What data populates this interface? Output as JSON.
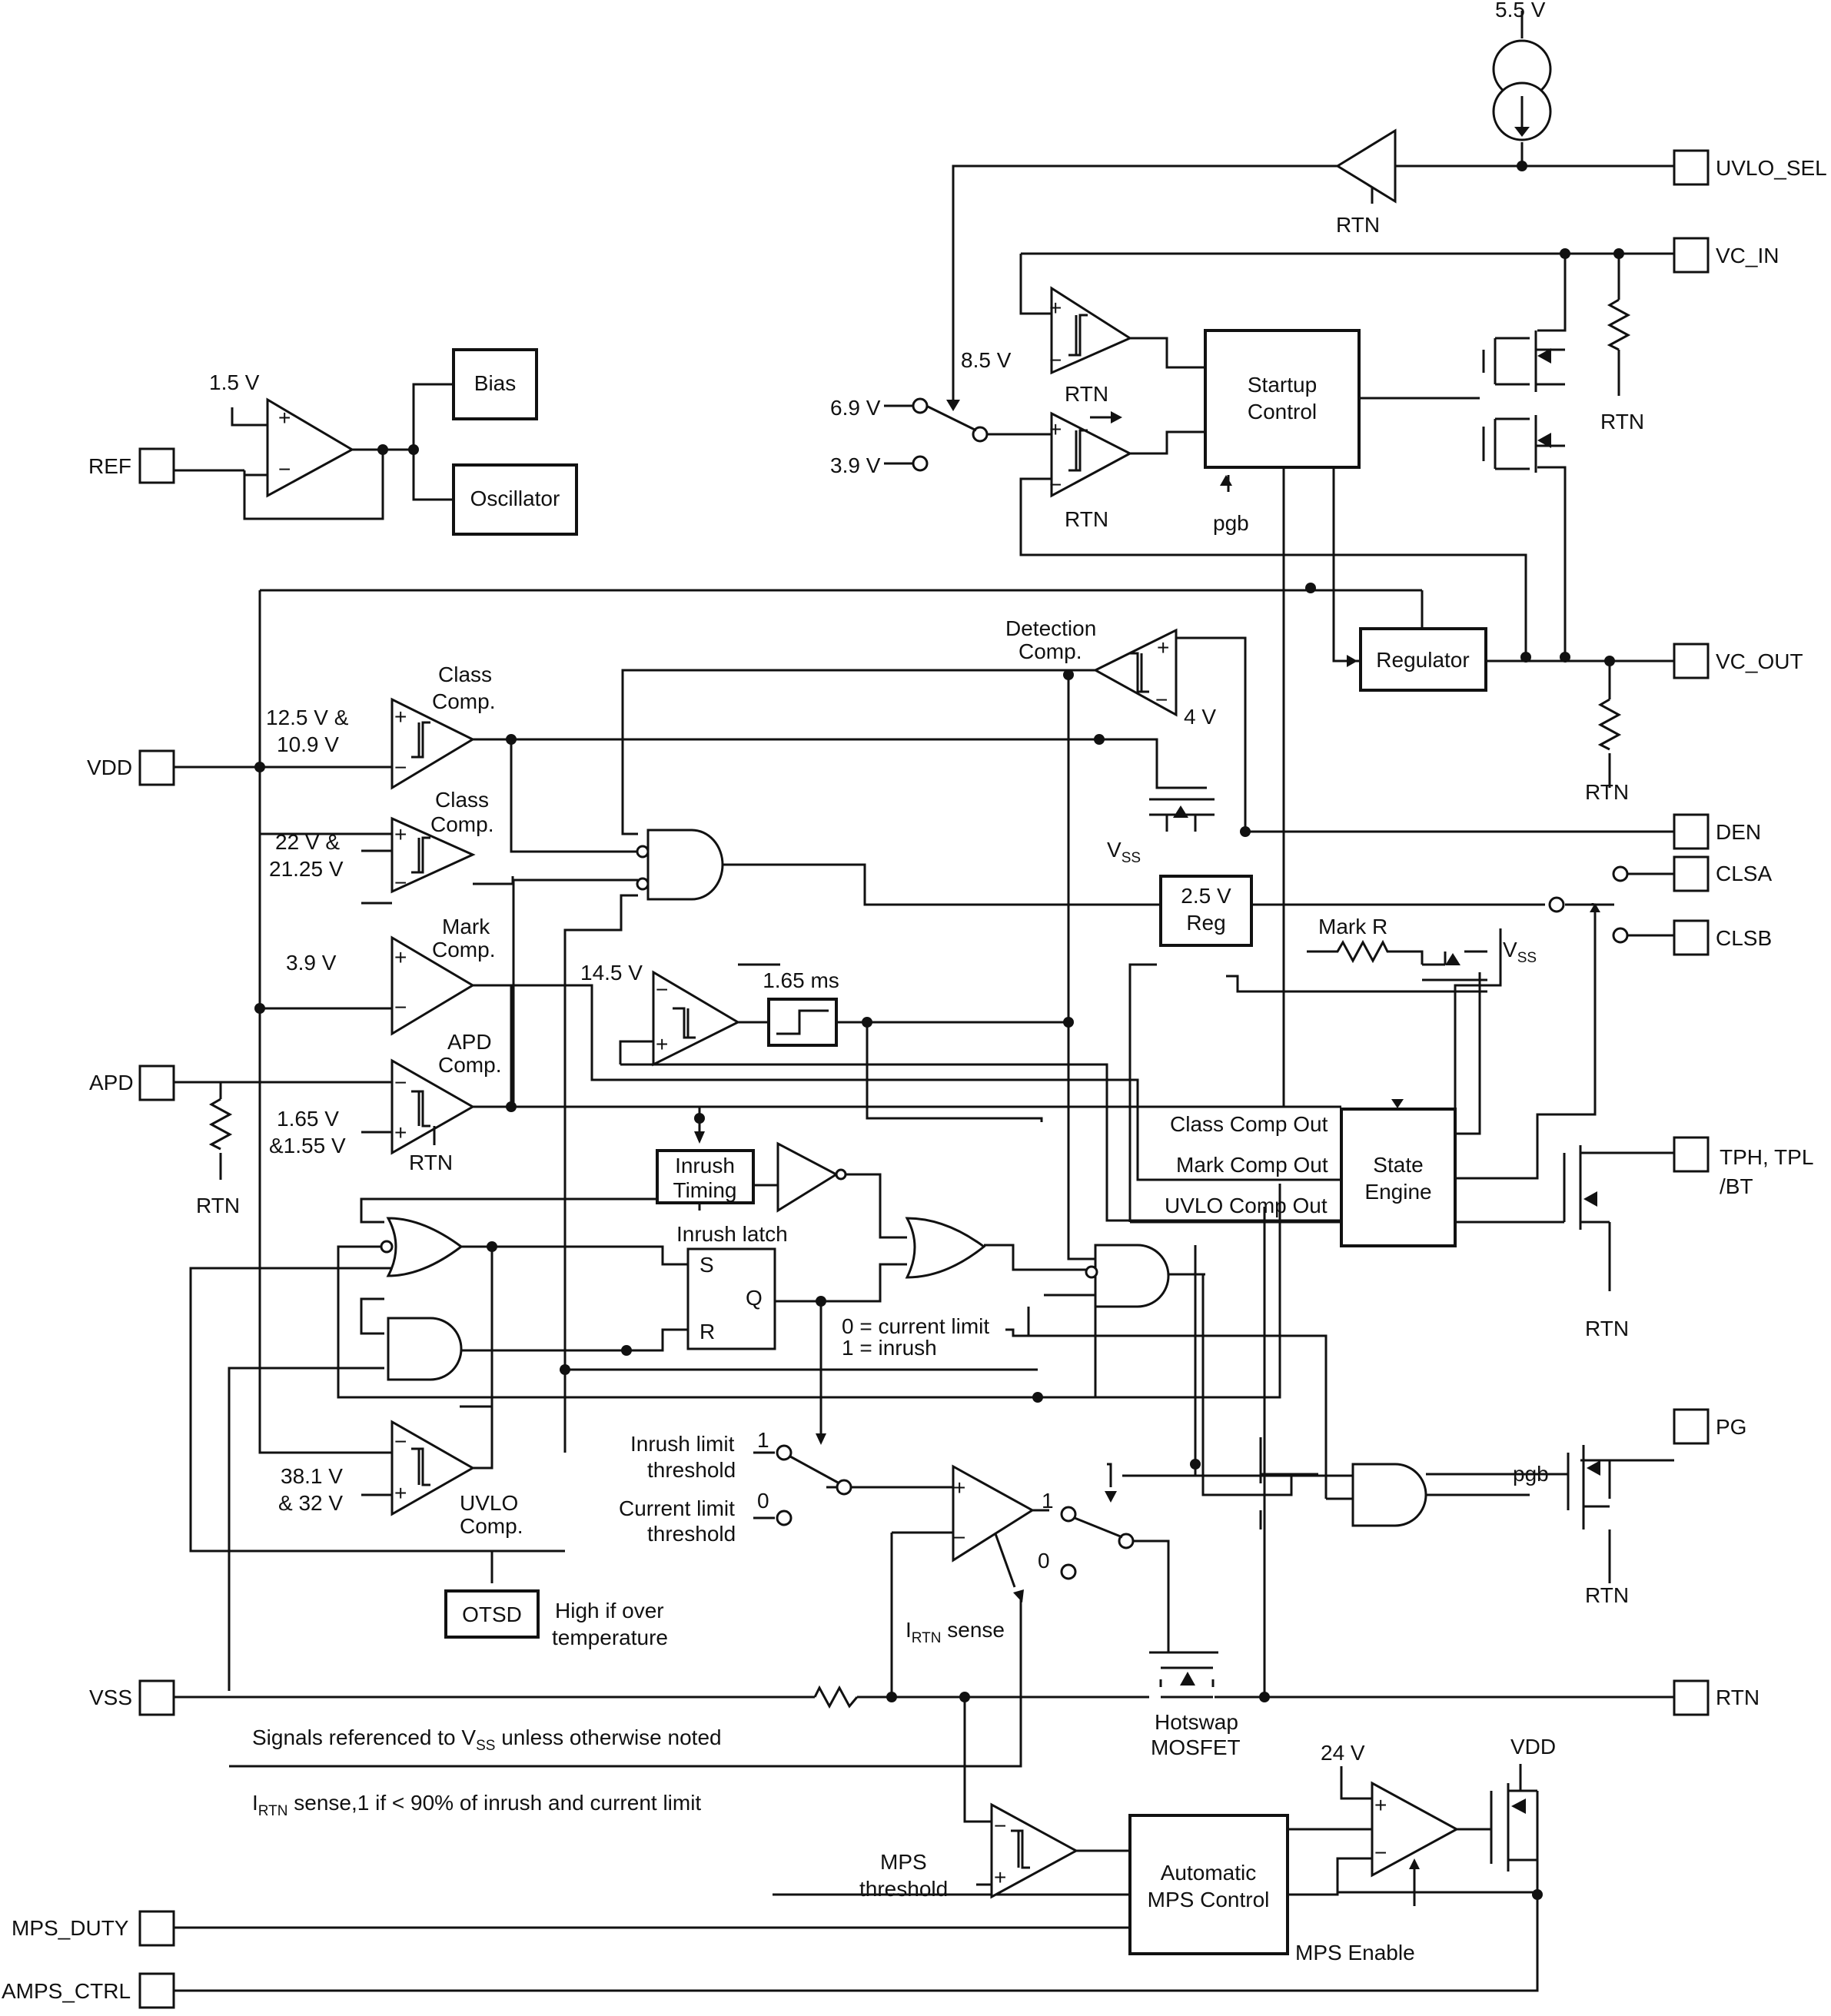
{
  "pins": {
    "uvlo_sel": "UVLO_SEL",
    "vc_in": "VC_IN",
    "ref": "REF",
    "vc_out": "VC_OUT",
    "vdd": "VDD",
    "den": "DEN",
    "clsa": "CLSA",
    "clsb": "CLSB",
    "apd": "APD",
    "tph": "TPH, TPL",
    "tph2": "/BT",
    "pg": "PG",
    "vss": "VSS",
    "rtn": "RTN",
    "mps_duty": "MPS_DUTY",
    "amps_ctrl": "AMPS_CTRL"
  },
  "blocks": {
    "bias": "Bias",
    "oscillator": "Oscillator",
    "startup1": "Startup",
    "startup2": "Control",
    "regulator": "Regulator",
    "reg25_1": "2.5 V",
    "reg25_2": "Reg",
    "state1": "State",
    "state2": "Engine",
    "inrush1": "Inrush",
    "inrush2": "Timing",
    "otsd": "OTSD",
    "amps1": "Automatic",
    "amps2": "MPS Control",
    "timer": "1.65 ms"
  },
  "labels": {
    "v55": "5.5 V",
    "v15": "1.5 V",
    "v85": "8.5 V",
    "v69": "6.9 V",
    "v39": "3.9 V",
    "rtn": "RTN",
    "pgb": "pgb",
    "det1": "Detection",
    "det2": "Comp.",
    "v4": "4 V",
    "class": "Class",
    "comp": "Comp.",
    "c1a": "12.5 V &",
    "c1b": "10.9 V",
    "c2a": "22 V &",
    "c2b": "21.25 V",
    "mark": "Mark",
    "markv": "3.9 V",
    "apd1": "APD",
    "apd2": "Comp.",
    "apda": "1.65 V",
    "apdb": "&1.55 V",
    "v145": "14.5 V",
    "vss_v": "V",
    "vss_s": "SS",
    "markr": "Mark R",
    "cco": "Class Comp Out",
    "mco": "Mark Comp Out",
    "uco": "UVLO Comp Out",
    "latch": "Inrush latch",
    "s": "S",
    "q": "Q",
    "r": "R",
    "zero_cl": "0 = current limit",
    "one_in": "1 = inrush",
    "il1": "Inrush limit",
    "il2": "threshold",
    "cl1": "Current limit",
    "cl2": "threshold",
    "one": "1",
    "zero": "0",
    "uv_a": "38.1 V",
    "uv_b": "& 32 V",
    "uvlo1": "UVLO",
    "uvlo2": "Comp.",
    "hot1": "High if over",
    "hot2": "temperature",
    "irtn_i": "I",
    "irtn_sub": "RTN",
    "irtn_sense": " sense",
    "hs1": "Hotswap",
    "hs2": "MOSFET",
    "note_a": "Signals referenced to V",
    "note_sub": "SS",
    "note_b": " unless otherwise noted",
    "note2": " sense,1 if < 90% of inrush and current limit",
    "mps1": "MPS",
    "mps2": "threshold",
    "v24": "24 V",
    "vdd": "VDD",
    "mps_en": "MPS Enable",
    "plus": "+",
    "minus": "−"
  }
}
